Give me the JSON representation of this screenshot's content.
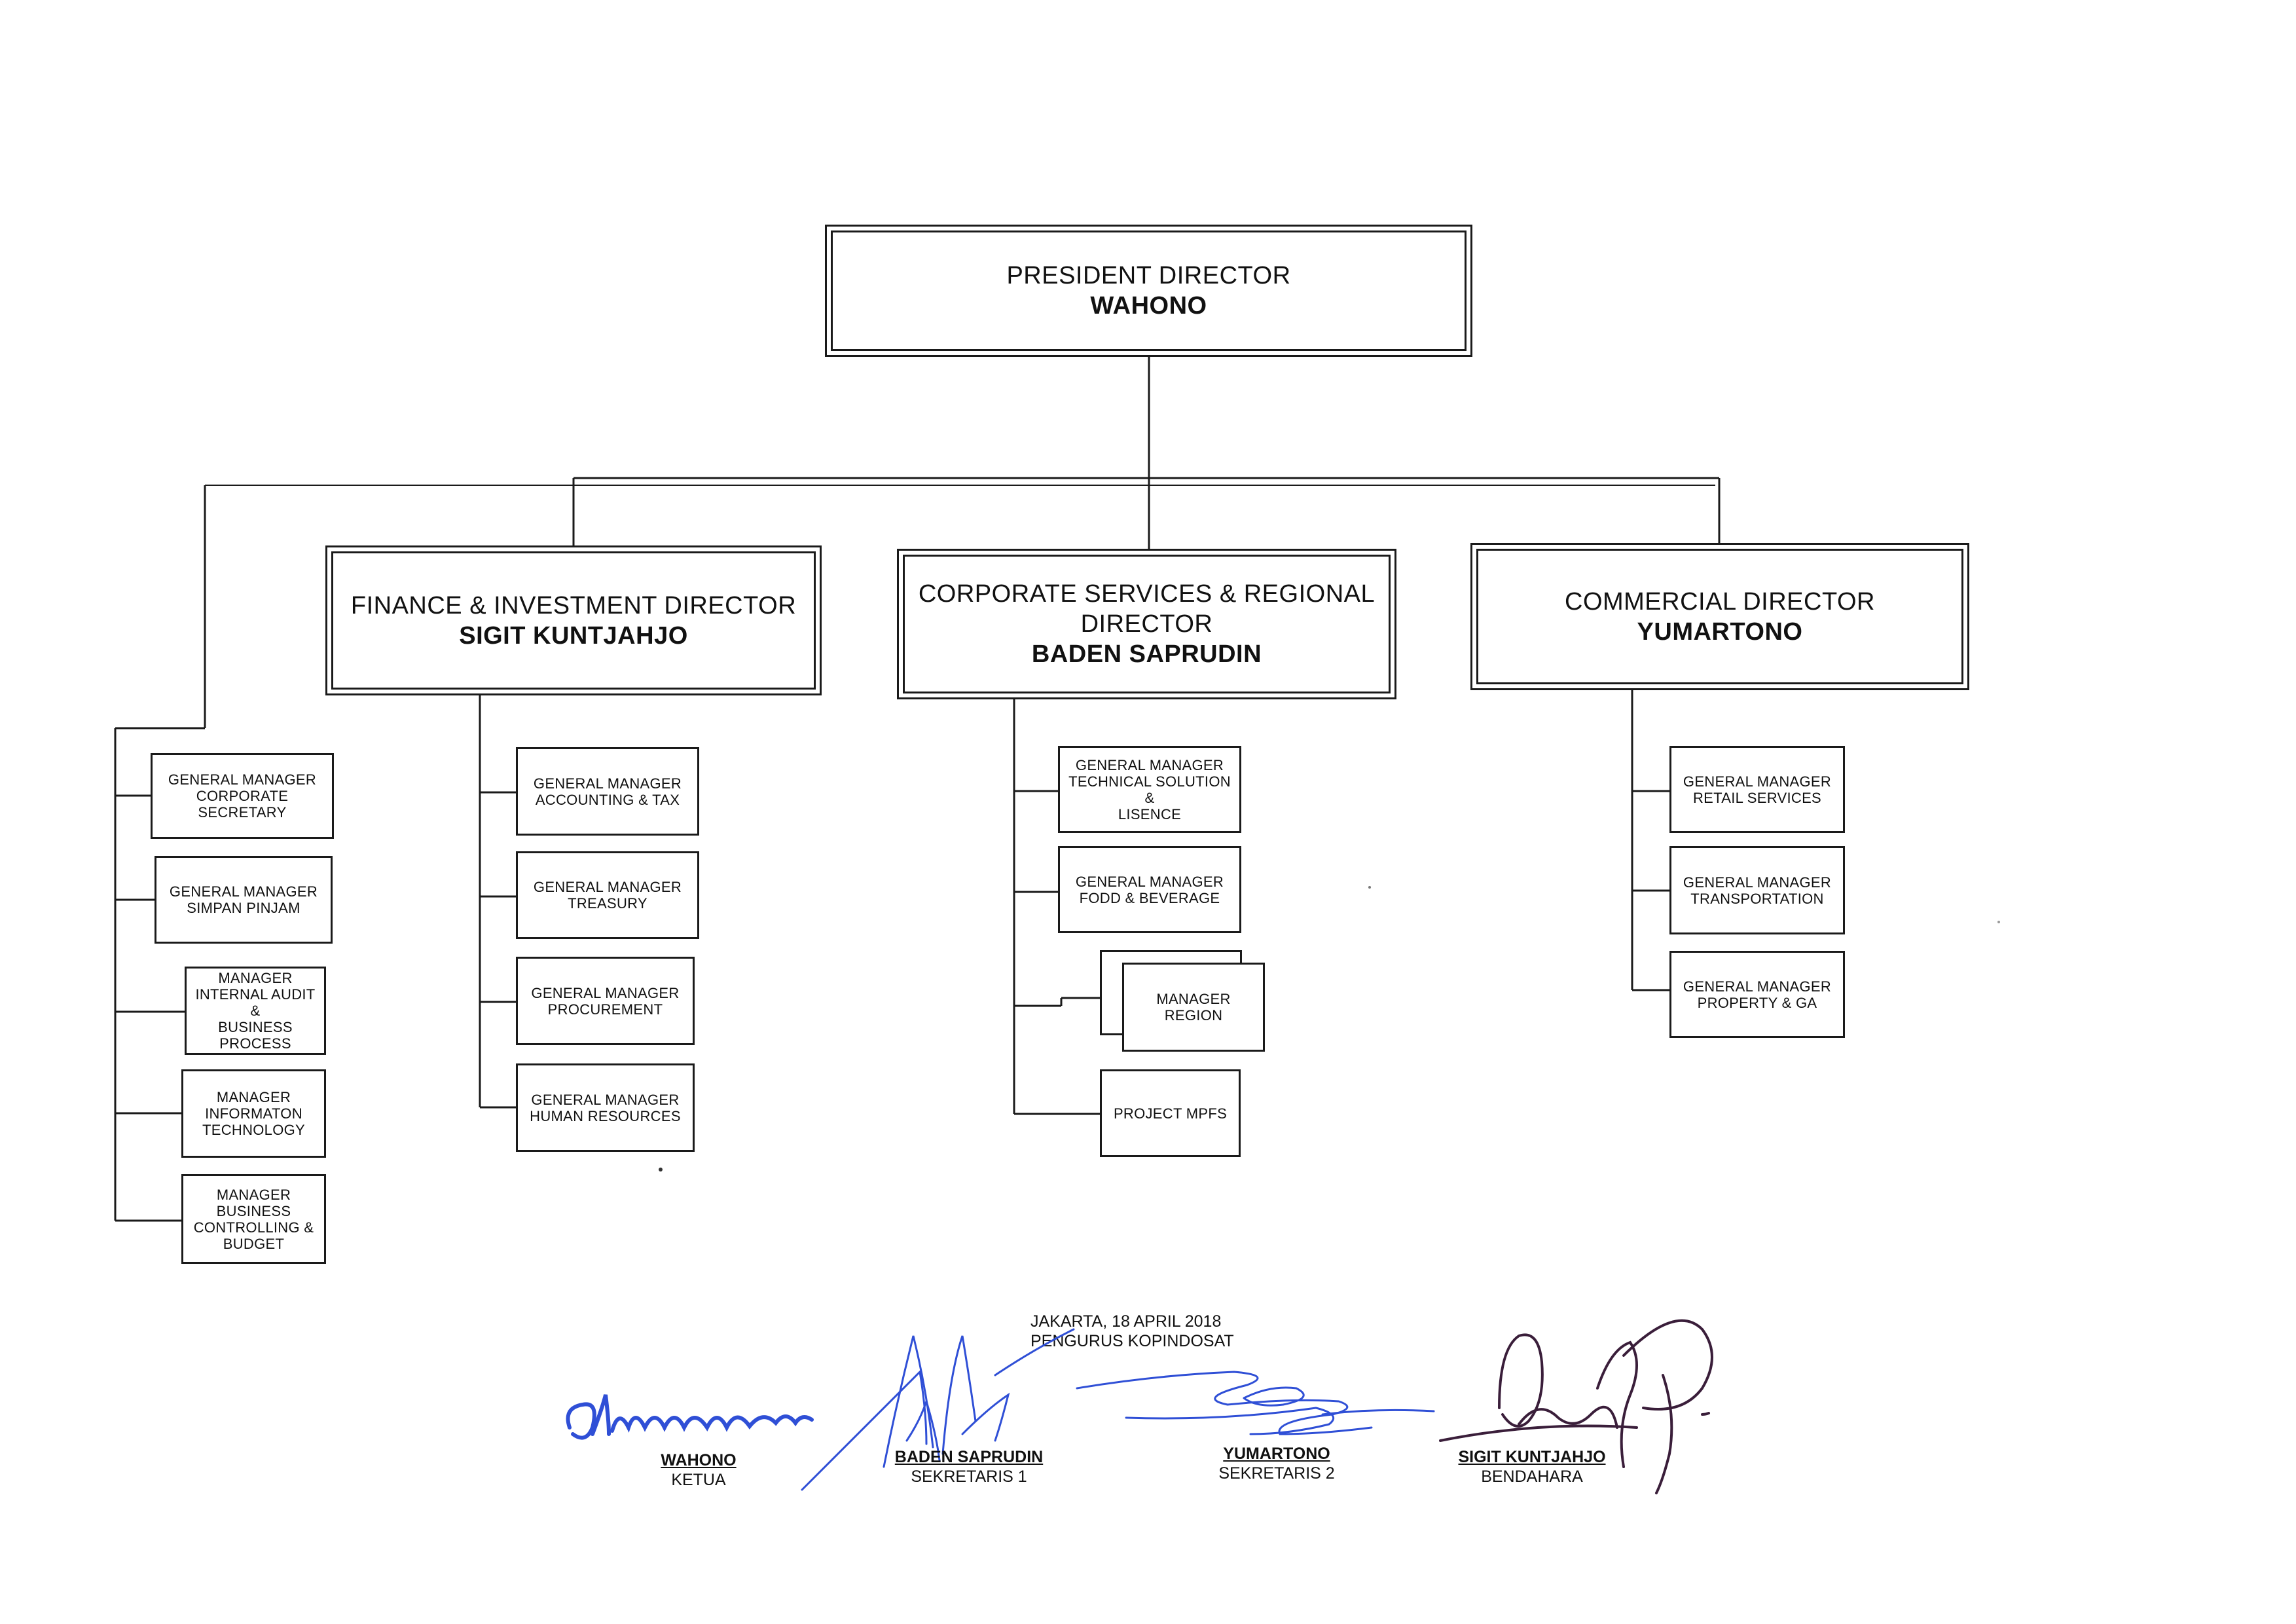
{
  "president": {
    "title": "PRESIDENT DIRECTOR",
    "name": "WAHONO"
  },
  "directors": {
    "finance": {
      "title": "FINANCE & INVESTMENT DIRECTOR",
      "name": "SIGIT KUNTJAHJO"
    },
    "corporate": {
      "title_line1": "CORPORATE SERVICES & REGIONAL",
      "title_line2": "DIRECTOR",
      "name": "BADEN SAPRUDIN"
    },
    "commercial": {
      "title": "COMMERCIAL DIRECTOR",
      "name": "YUMARTONO"
    }
  },
  "president_units": [
    {
      "lines": [
        "GENERAL MANAGER",
        "CORPORATE SECRETARY"
      ]
    },
    {
      "lines": [
        "GENERAL MANAGER",
        "SIMPAN PINJAM"
      ]
    },
    {
      "lines": [
        "MANAGER",
        "INTERNAL AUDIT &",
        "BUSINESS",
        "PROCESS"
      ]
    },
    {
      "lines": [
        "MANAGER",
        "INFORMATON",
        "TECHNOLOGY"
      ]
    },
    {
      "lines": [
        "MANAGER",
        "BUSINESS",
        "CONTROLLING &",
        "BUDGET"
      ]
    }
  ],
  "finance_units": [
    {
      "lines": [
        "GENERAL MANAGER",
        "ACCOUNTING & TAX"
      ]
    },
    {
      "lines": [
        "GENERAL MANAGER",
        "TREASURY"
      ]
    },
    {
      "lines": [
        "GENERAL MANAGER",
        "PROCUREMENT"
      ]
    },
    {
      "lines": [
        "GENERAL MANAGER",
        "HUMAN RESOURCES"
      ]
    }
  ],
  "corporate_units": [
    {
      "lines": [
        "GENERAL MANAGER",
        "TECHNICAL SOLUTION &",
        "LISENCE"
      ]
    },
    {
      "lines": [
        "GENERAL MANAGER",
        "FODD & BEVERAGE"
      ]
    },
    {
      "lines": [
        "MANAGER",
        "REGION"
      ]
    },
    {
      "lines": [
        "PROJECT MPFS"
      ]
    }
  ],
  "commercial_units": [
    {
      "lines": [
        "GENERAL MANAGER",
        "RETAIL SERVICES"
      ]
    },
    {
      "lines": [
        "GENERAL MANAGER",
        "TRANSPORTATION"
      ]
    },
    {
      "lines": [
        "GENERAL MANAGER",
        "PROPERTY & GA"
      ]
    }
  ],
  "footer": {
    "place_date": "JAKARTA, 18 APRIL 2018",
    "organization": "PENGURUS KOPINDOSAT",
    "signatories": [
      {
        "name": "WAHONO",
        "role": "KETUA"
      },
      {
        "name": "BADEN SAPRUDIN",
        "role": "SEKRETARIS 1"
      },
      {
        "name": "YUMARTONO",
        "role": "SEKRETARIS 2"
      },
      {
        "name": "SIGIT KUNTJAHJO",
        "role": "BENDAHARA"
      }
    ]
  },
  "colors": {
    "line": "#1a1a1a",
    "signature_blue": "#2f4fd6",
    "signature_dark": "#3a1e3a"
  }
}
